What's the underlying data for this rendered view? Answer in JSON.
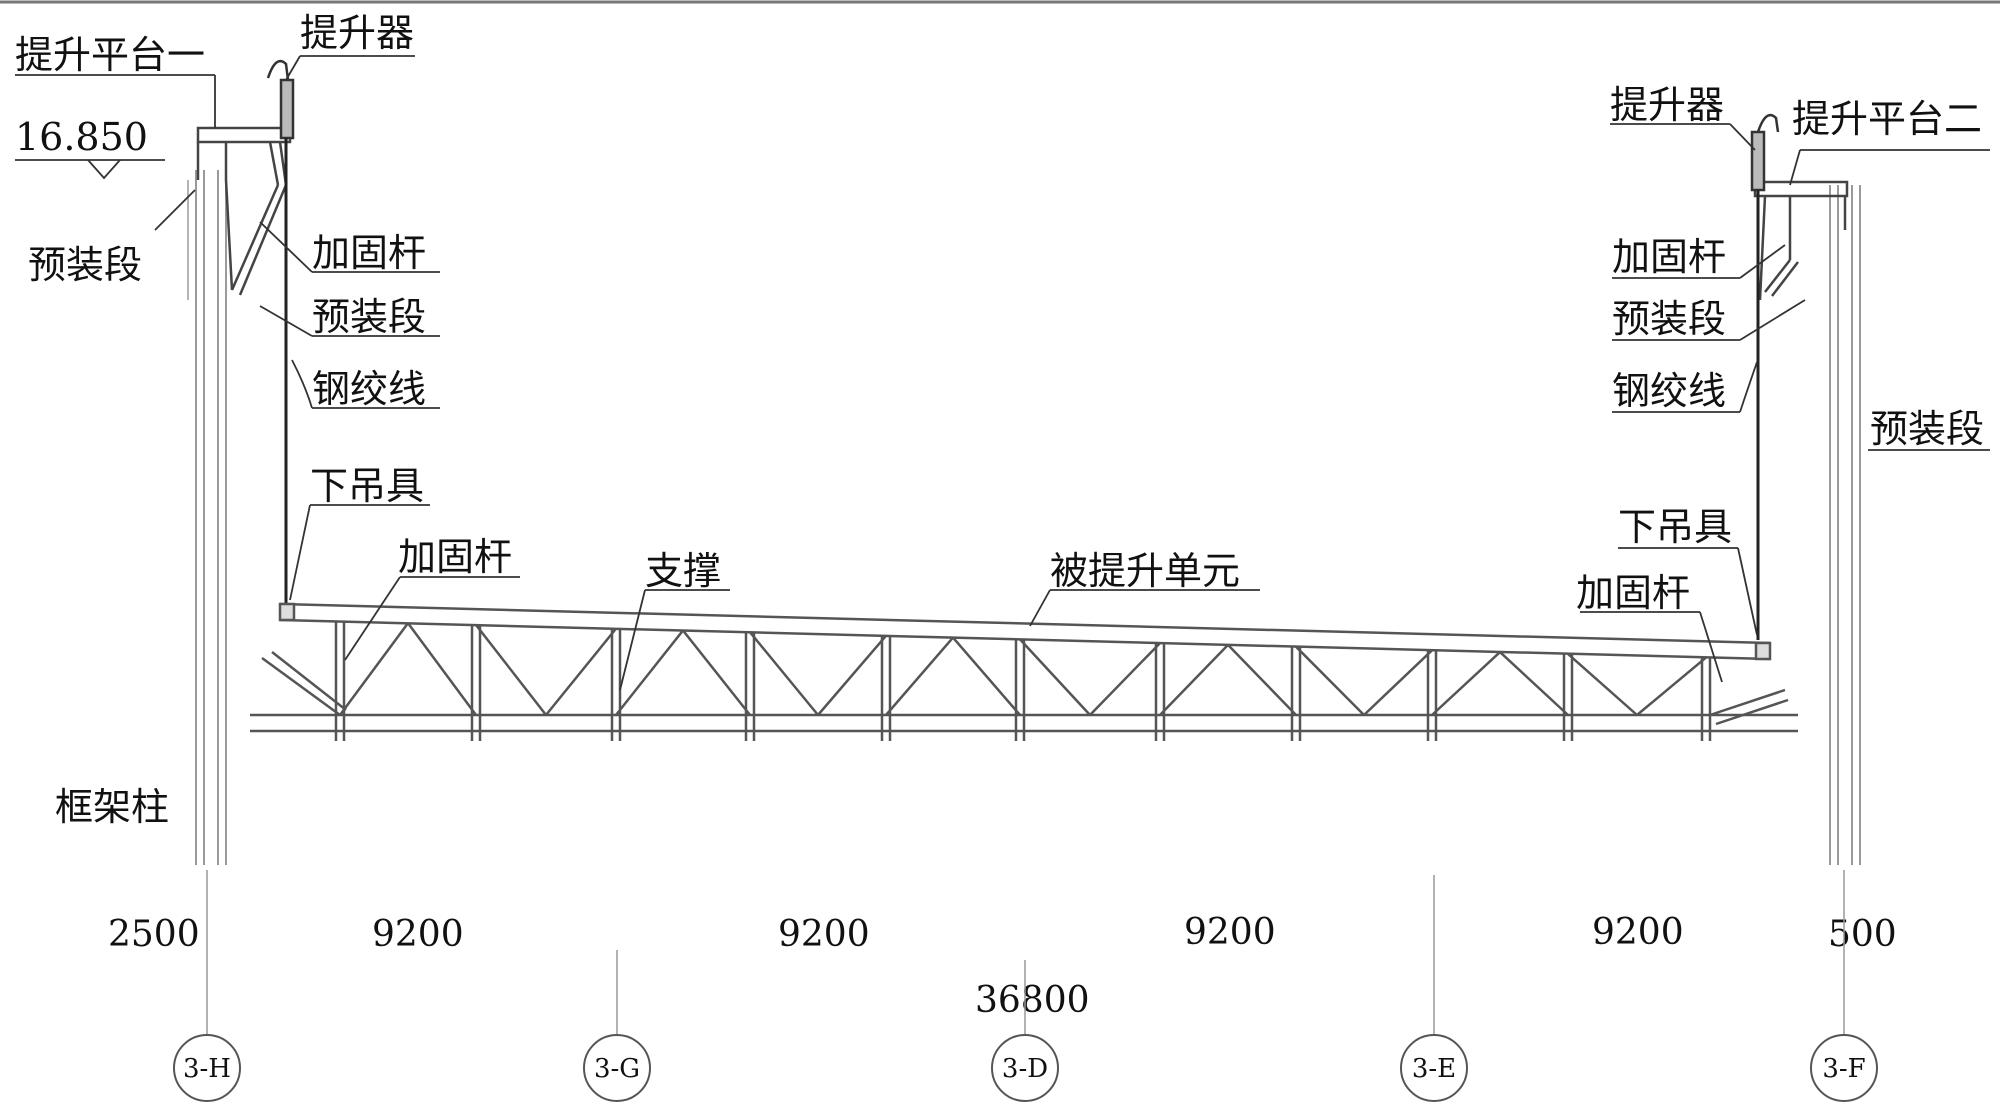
{
  "labels": {
    "platform_one": "提升平台一",
    "platform_two": "提升平台二",
    "lifter": "提升器",
    "elevation": "16.850",
    "preassembled_segment": "预装段",
    "reinforcing_rod": "加固杆",
    "steel_strand": "钢绞线",
    "lower_hanger": "下吊具",
    "support": "支撑",
    "lifted_unit": "被提升单元",
    "frame_column": "框架柱"
  },
  "dimensions": {
    "left_offset": "2500",
    "spans": [
      "9200",
      "9200",
      "9200",
      "9200"
    ],
    "right_offset": "500",
    "total": "36800"
  },
  "grid_axes": [
    "3-H",
    "3-G",
    "3-D",
    "3-E",
    "3-F"
  ],
  "colors": {
    "ink": "#111111",
    "structure": "#555555",
    "column": "#9a9a9a",
    "leader": "#333333"
  }
}
